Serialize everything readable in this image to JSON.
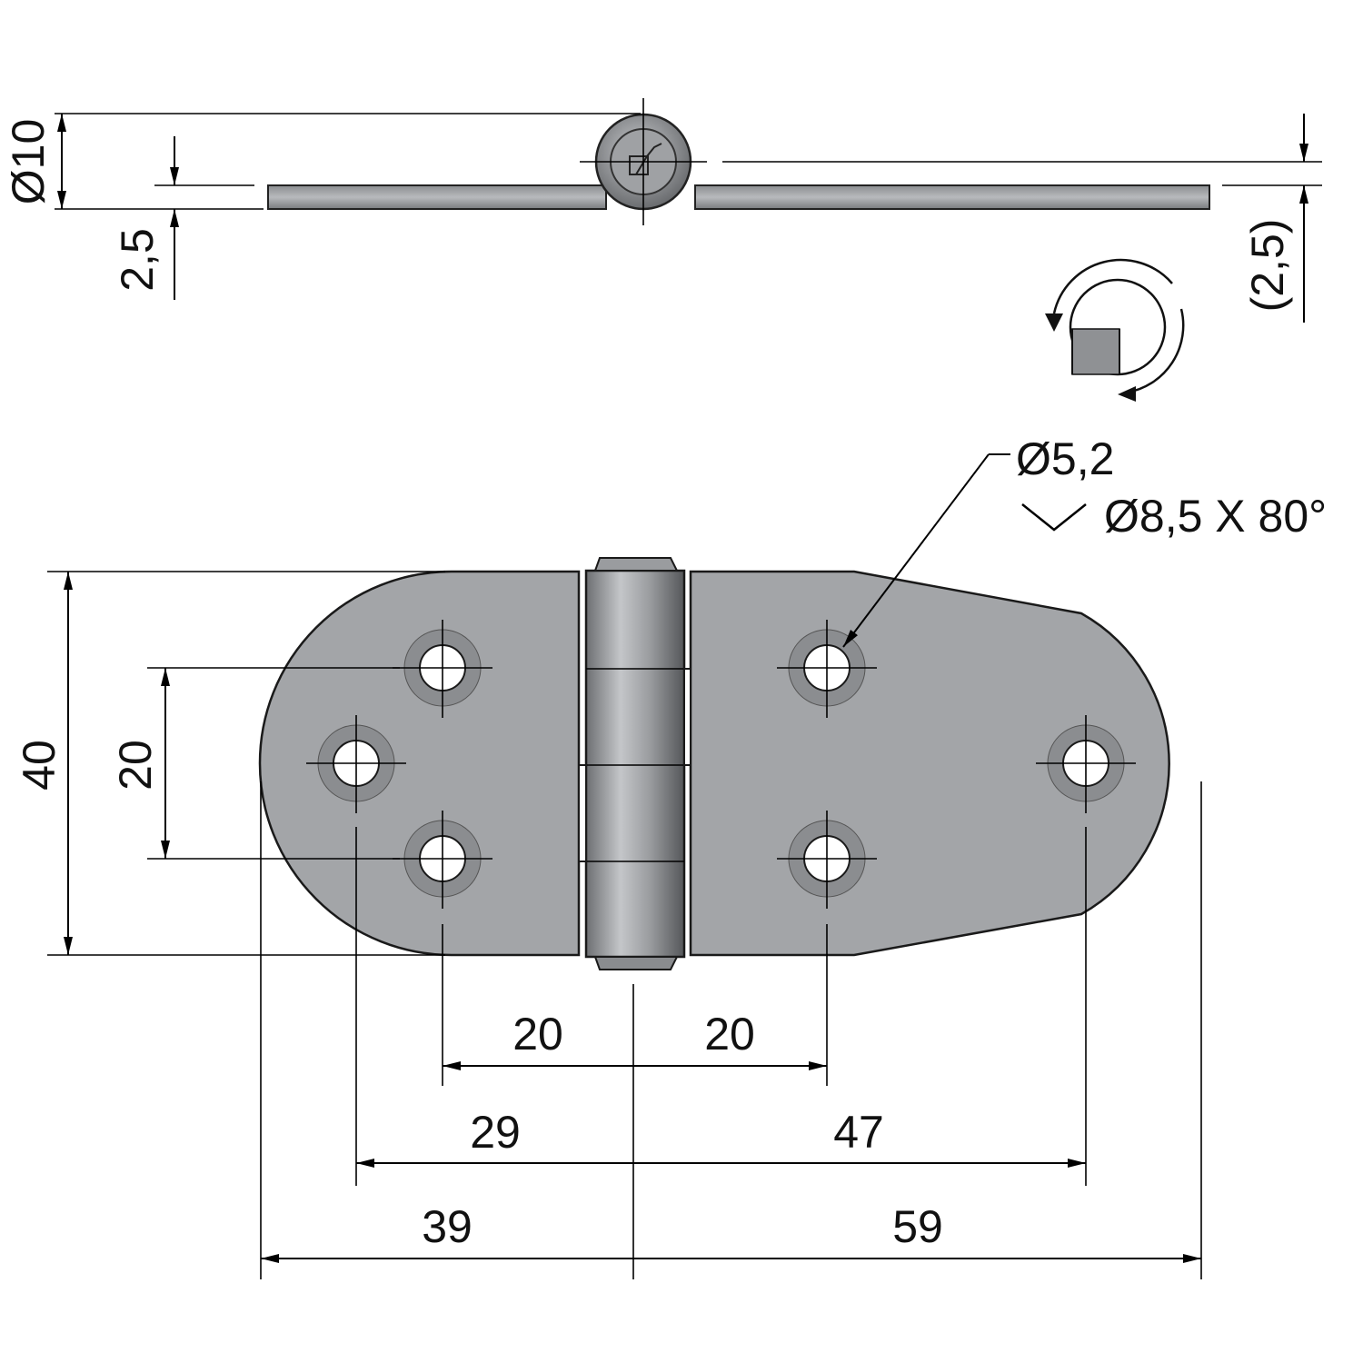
{
  "colors": {
    "plate": "#a3a5a8",
    "line": "#000000",
    "background": "#ffffff"
  },
  "side_view": {
    "pin_diameter": "Ø10",
    "thickness": "2,5",
    "thickness_ref": "(2,5)"
  },
  "callout": {
    "hole": "Ø5,2",
    "countersink": "Ø8,5 X 80°",
    "countersink_icon": "countersink-icon"
  },
  "rotation_icon": "rotation-direction-icon",
  "front_view": {
    "height": "40",
    "hole_spacing_vertical": "20"
  },
  "bottom_dims": {
    "left_inner": "20",
    "right_inner": "20",
    "left_mid": "29",
    "right_mid": "47",
    "left_outer": "39",
    "right_outer": "59"
  }
}
